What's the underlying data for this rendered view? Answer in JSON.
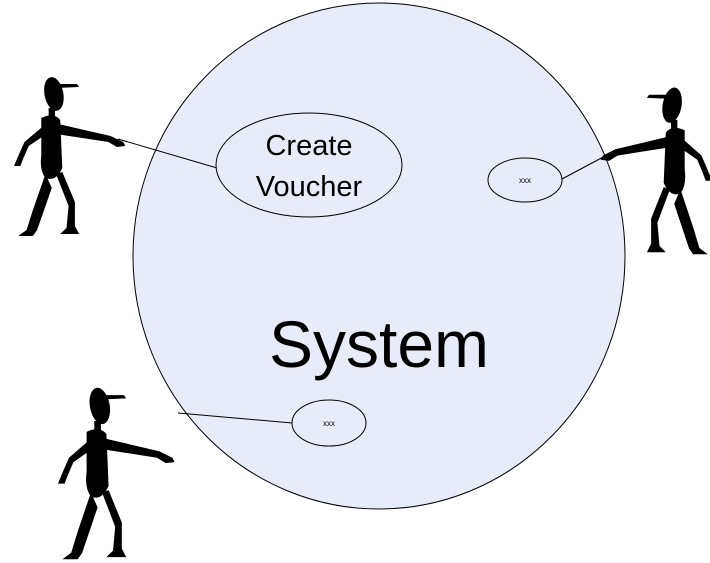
{
  "system": {
    "label": "System"
  },
  "use_cases": [
    {
      "id": "create-voucher",
      "line1": "Create",
      "line2": "Voucher"
    },
    {
      "id": "use-case-right",
      "label": "xxx"
    },
    {
      "id": "use-case-bottom",
      "label": "xxx"
    }
  ],
  "colors": {
    "system_fill": "#E8ECF8",
    "stroke": "#000000",
    "actor_fill": "#000000"
  }
}
